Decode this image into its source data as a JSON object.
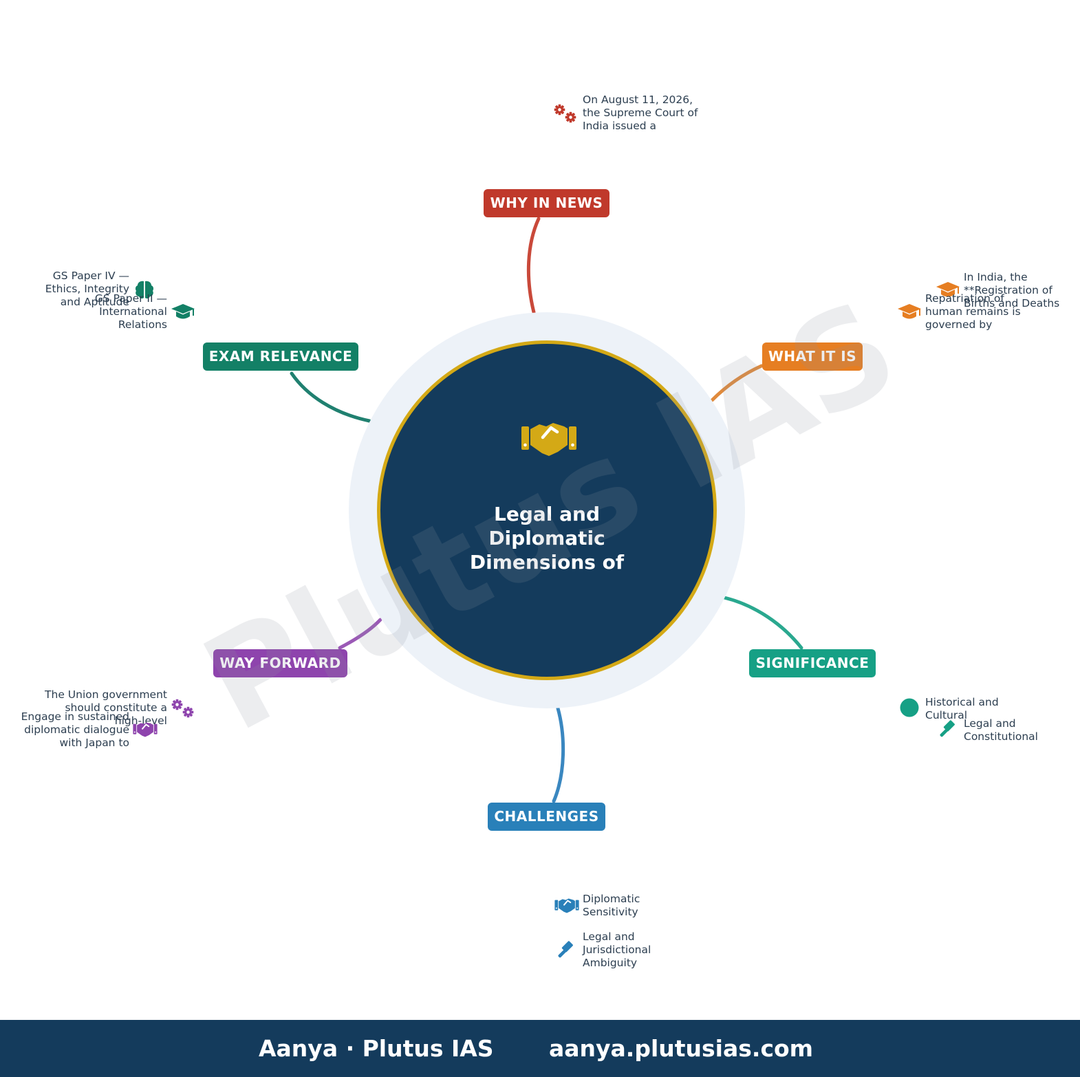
{
  "center": {
    "title": "Legal and\nDiplomatic\nDimensions of"
  },
  "watermark": "Plutus IAS",
  "colors": {
    "why_in_news": "#c0392b",
    "what_it_is": "#e67e22",
    "significance": "#16a085",
    "challenges": "#2980b9",
    "way_forward": "#8e44ad",
    "exam_relevance": "#138066",
    "hub": "#143b5c",
    "hub_ring": "#d4a916"
  },
  "branches": {
    "why_in_news": {
      "label": "WHY IN NEWS",
      "items": [
        {
          "icon": "gears-icon",
          "text": "On August 11, 2026,\nthe Supreme Court of\nIndia issued a"
        }
      ]
    },
    "what_it_is": {
      "label": "WHAT IT IS",
      "items": [
        {
          "icon": "graduation-cap-icon",
          "text": "In India, the\n**Registration of\nBirths and Deaths"
        },
        {
          "icon": "graduation-cap-icon",
          "text": "Repatriation of\nhuman remains is\ngoverned by"
        }
      ]
    },
    "significance": {
      "label": "SIGNIFICANCE",
      "items": [
        {
          "icon": "circle-icon",
          "text": "Historical and\nCultural"
        },
        {
          "icon": "gavel-icon",
          "text": "Legal and\nConstitutional"
        }
      ]
    },
    "challenges": {
      "label": "CHALLENGES",
      "items": [
        {
          "icon": "handshake-icon",
          "text": "Diplomatic\nSensitivity"
        },
        {
          "icon": "gavel-icon",
          "text": "Legal and\nJurisdictional\nAmbiguity"
        }
      ]
    },
    "way_forward": {
      "label": "WAY FORWARD",
      "items": [
        {
          "icon": "gears-icon",
          "text": "The Union government\nshould constitute a\nhigh-level"
        },
        {
          "icon": "handshake-icon",
          "text": "Engage in sustained\ndiplomatic dialogue\nwith Japan to"
        }
      ]
    },
    "exam_relevance": {
      "label": "EXAM RELEVANCE",
      "items": [
        {
          "icon": "brain-icon",
          "text": "GS Paper IV —\nEthics, Integrity\nand Aptitude"
        },
        {
          "icon": "graduation-cap-icon",
          "text": "GS Paper II —\nInternational\nRelations"
        }
      ]
    }
  },
  "footer": {
    "brand": "Aanya · Plutus IAS",
    "url": "aanya.plutusias.com"
  }
}
